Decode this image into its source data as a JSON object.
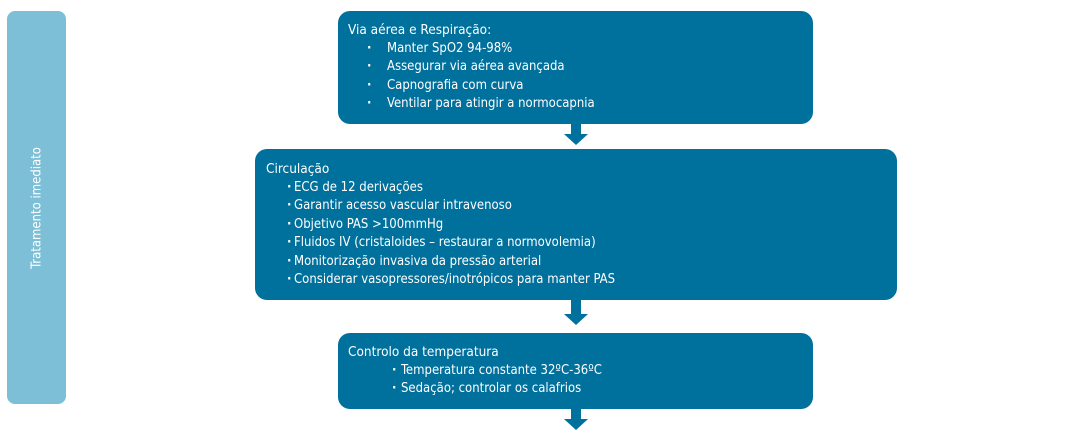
{
  "sidebar_label": "Tratamento imediato",
  "boxes": [
    {
      "title": "Via aérea e Respiração:",
      "items": [
        "Manter SpO2 94-98%",
        "Assegurar via aérea avançada",
        "Capnografia com curva",
        "Ventilar para atingir a normocapnia"
      ]
    },
    {
      "title": "Circulação",
      "items": [
        "ECG de 12 derivações",
        "Garantir acesso vascular intravenoso",
        "Objetivo PAS >100mmHg",
        "Fluidos IV (cristaloides – restaurar a normovolemia)",
        "Monitorização invasiva da pressão arterial",
        "Considerar vasopressores/inotrópicos para manter PAS"
      ]
    },
    {
      "title": "Controlo da temperatura",
      "items": [
        "Temperatura constante 32ºC-36ºC",
        "Sedação; controlar os calafrios"
      ]
    }
  ],
  "colors": {
    "box": "#00709c",
    "sidebar": "#7cbfd6"
  }
}
